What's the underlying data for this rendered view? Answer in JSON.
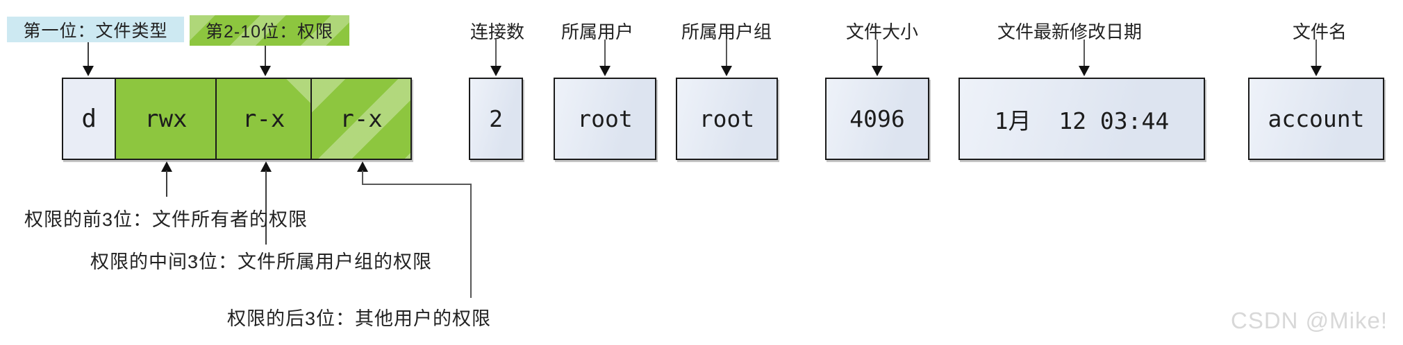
{
  "header_tags": {
    "file_type": "第一位：文件类型",
    "permissions": "第2-10位：权限"
  },
  "permission_strip": {
    "cells": [
      {
        "value": "d"
      },
      {
        "value": "rwx"
      },
      {
        "value": "r-x"
      },
      {
        "value": "r-x"
      }
    ]
  },
  "columns": [
    {
      "label": "连接数",
      "value": "2"
    },
    {
      "label": "所属用户",
      "value": "root"
    },
    {
      "label": "所属用户组",
      "value": "root"
    },
    {
      "label": "文件大小",
      "value": "4096"
    },
    {
      "label": "文件最新修改日期",
      "value": "1月  12 03:44"
    },
    {
      "label": "文件名",
      "value": "account"
    }
  ],
  "annotations": [
    {
      "text": "权限的前3位：文件所有者的权限"
    },
    {
      "text": "权限的中间3位：文件所属用户组的权限"
    },
    {
      "text": "权限的后3位：其他用户的权限"
    }
  ],
  "watermark": "CSDN @Mike!",
  "colors": {
    "green": "#8dc63f",
    "light_blue": "#cde9f2",
    "box_fill": "#dde4f0",
    "border": "#1a1a1a"
  }
}
